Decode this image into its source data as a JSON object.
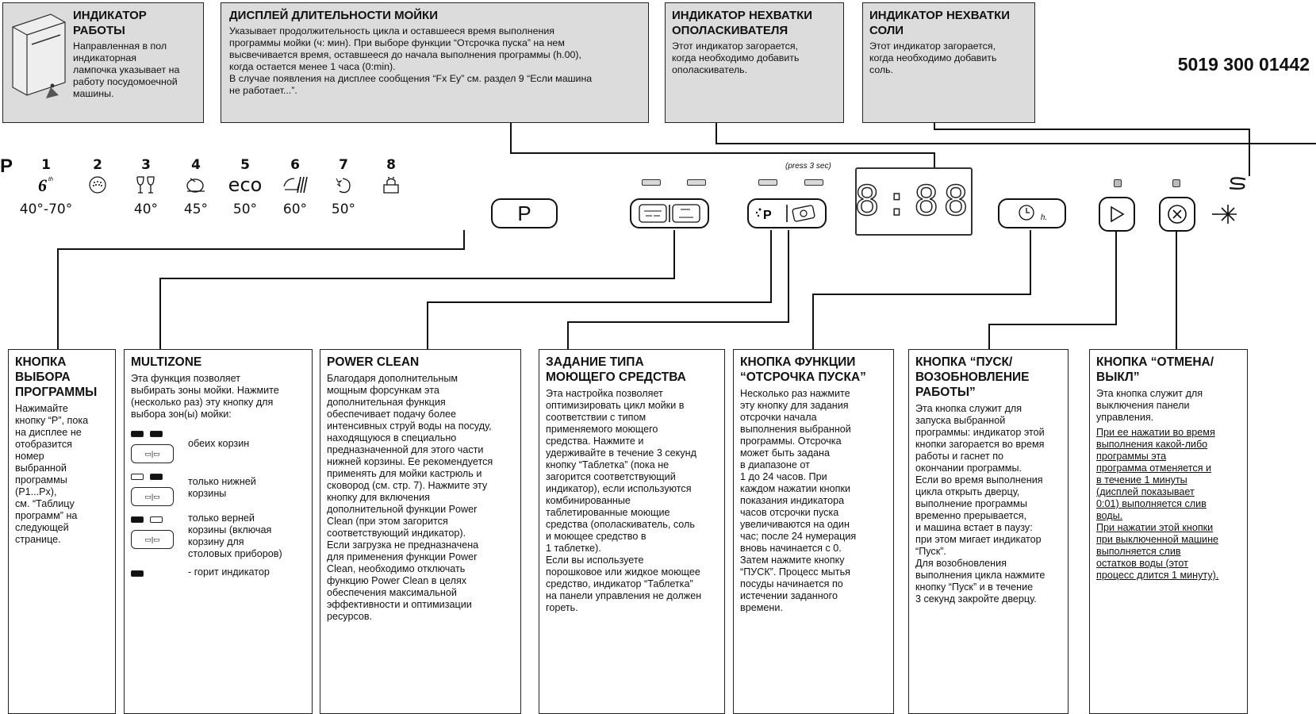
{
  "top_boxes": {
    "work": {
      "title": "ИНДИКАТОР\nРАБОТЫ",
      "text": "Направленная в пол\nиндикаторная\nлампочка указывает на\nработу посудомоечной\nмашины."
    },
    "display": {
      "title": "ДИСПЛЕЙ ДЛИТЕЛЬНОСТИ МОЙКИ",
      "text": "Указывает продолжительность цикла и оставшееся время выполнения\nпрограммы мойки (ч: мин). При выборе функции “Отсрочка пуска” на нем\nвысвечивается время, оставшееся до начала выполнения программы (h.00),\nкогда остается менее 1 часа (0:min).\nВ случае появления на дисплее сообщения “Fx Ey” см. раздел 9 “Если машина\nне работает...”."
    },
    "rinse": {
      "title": "ИНДИКАТОР НЕХВАТКИ\nОПОЛАСКИВАТЕЛЯ",
      "text": "Этот индикатор загорается,\nкогда необходимо добавить\nополаскиватель."
    },
    "salt": {
      "title": "ИНДИКАТОР НЕХВАТКИ\nСОЛИ",
      "text": "Этот индикатор загорается,\nкогда необходимо добавить\nсоль."
    }
  },
  "product_code": "5019 300 01442",
  "panel": {
    "p_letter": "P",
    "programs": [
      {
        "num": "1",
        "temp": "40°-70°",
        "icon": "6th-sense-icon"
      },
      {
        "num": "2",
        "temp": "",
        "icon": "dots-circle-icon"
      },
      {
        "num": "3",
        "temp": "40°",
        "icon": "glasses-icon"
      },
      {
        "num": "4",
        "temp": "45°",
        "icon": "plate-icon"
      },
      {
        "num": "5",
        "temp": "50°",
        "icon": "eco-icon"
      },
      {
        "num": "6",
        "temp": "60°",
        "icon": "pots-cutlery-icon"
      },
      {
        "num": "7",
        "temp": "50°",
        "icon": "quick-icon"
      },
      {
        "num": "8",
        "temp": "",
        "icon": "prewash-icon"
      }
    ],
    "eco_text": "eco",
    "press_note": "(press 3 sec)",
    "program_button": "P",
    "display_digits": "8:88",
    "delay_label": "h."
  },
  "bottom_boxes": [
    {
      "title": "КНОПКА\nВЫБОРА\nПРОГРАММЫ",
      "text": "Нажимайте\nкнопку “P”, пока\nна дисплее не\nотобразится\nномер\nвыбранной\nпрограммы\n(P1...Px),\nсм. “Таблицу\nпрограмм” на\nследующей\nстранице."
    },
    {
      "title": "MULTIZONE",
      "text": "Эта функция позволяет\nвыбирать зоны мойки. Нажмите\n(несколько раз) эту кнопку для\nвыбора зон(ы) мойки:",
      "options": [
        "обеих корзин",
        "только нижней\nкорзины",
        "только верней\nкорзины (включая\nкорзину для\nстоловых приборов)"
      ],
      "legend": "- горит индикатор"
    },
    {
      "title": "POWER CLEAN",
      "text": "Благодаря дополнительным\nмощным форсункам эта\nдополнительная функция\nобеспечивает подачу более\nинтенсивных струй воды на посуду,\nнаходящуюся в специально\nпредназначенной для этого части\nнижней корзины. Ее рекомендуется\nприменять для мойки кастрюль и\nсковород (см. стр. 7). Нажмите эту\nкнопку для включения\nдополнительной функции Power\nClean (при этом загорится\nсоответствующий индикатор).\nЕсли загрузка не предназначена\nдля применения функции Power\nClean, необходимо отключать\nфункцию Power Clean в целях\nобеспечения максимальной\nэффективности и оптимизации\nресурсов."
    },
    {
      "title": "ЗАДАНИЕ ТИПА\nМОЮЩЕГО СРЕДСТВА",
      "text": "Эта настройка позволяет\nоптимизировать цикл мойки в\nсоответствии с типом\nприменяемого моющего\nсредства. Нажмите и\nудерживайте в течение 3 секунд\nкнопку “Таблетка” (пока не\nзагорится соответствующий\nиндикатор), если используются\nкомбинированные\nтаблетированные моющие\nсредства (ополаскиватель, соль\nи моющее средство в\n1 таблетке).\nЕсли вы используете\nпорошковое или жидкое моющее\nсредство, индикатор “Таблетка”\nна панели управления не должен\nгореть."
    },
    {
      "title": "КНОПКА ФУНКЦИИ\n“ОТСРОЧКА ПУСКА”",
      "text": "Несколько раз нажмите\nэту кнопку для задания\nотсрочки начала\nвыполнения выбранной\nпрограммы. Отсрочка\nможет быть задана\nв диапазоне от\n1 до 24 часов. При\nкаждом нажатии кнопки\nпоказания индикатора\nчасов отсрочки пуска\nувеличиваются на один\nчас; после 24 нумерация\nвновь начинается с 0.\nЗатем нажмите кнопку\n“ПУСК”. Процесс мытья\nпосуды начинается по\nистечении заданного\nвремени."
    },
    {
      "title": "КНОПКА “ПУСК/\nВОЗОБНОВЛЕНИЕ\nРАБОТЫ”",
      "text": "Эта кнопка служит для\nзапуска выбранной\nпрограммы: индикатор этой\nкнопки загорается во время\nработы и гаснет по\nокончании программы.\nЕсли во время выполнения\nцикла открыть дверцу,\nвыполнение программы\nвременно прерывается,\nи машина встает в паузу:\nпри этом мигает индикатор\n“Пуск”.\nДля возобновления\nвыполнения цикла нажмите\nкнопку “Пуск” и в течение\n3 секунд закройте дверцу."
    },
    {
      "title": "КНОПКА “ОТМЕНА/\nВЫКЛ”",
      "text": "Эта кнопка служит для\nвыключения панели\nуправления.",
      "underlined": "При ее нажатии во время\nвыполнения какой-либо\nпрограммы эта\nпрограмма отменяется и\nв течение 1 минуты\n(дисплей показывает\n0:01) выполняется слив\nводы.\nПри нажатии этой кнопки\nпри выключенной машине\nвыполняется слив\nостатков воды (этот\nпроцесс длится 1 минуту)."
    }
  ]
}
